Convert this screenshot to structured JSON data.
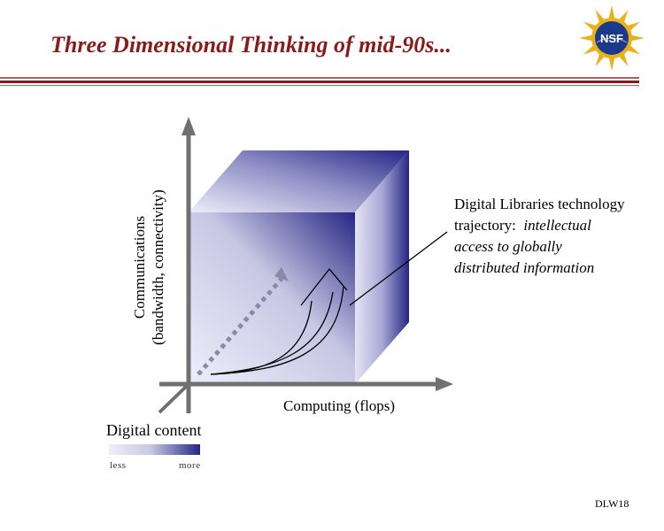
{
  "slide": {
    "title": "Three Dimensional Thinking of mid-90s...",
    "footer": "DLW18"
  },
  "logo": {
    "text": "NSF",
    "colors": {
      "gold": "#e8b21a",
      "blue": "#1b3a8c"
    }
  },
  "diagram": {
    "y_axis": {
      "line1": "Communications",
      "line2": "(bandwidth, connectivity)"
    },
    "x_axis": {
      "label": "Computing (flops)"
    },
    "z_axis": {
      "label": "Digital content"
    },
    "legend": {
      "less": "less",
      "more": "more"
    },
    "callout": {
      "line1": "Digital Libraries technology",
      "line2_plain": "trajectory:",
      "line2_italic": "intellectual",
      "line3": "access to globally",
      "line4": "distributed information"
    },
    "colors": {
      "axis": "#707070",
      "cube_dark": "#262686",
      "cube_light": "#eeeefa",
      "title": "#8b1a1a"
    }
  }
}
